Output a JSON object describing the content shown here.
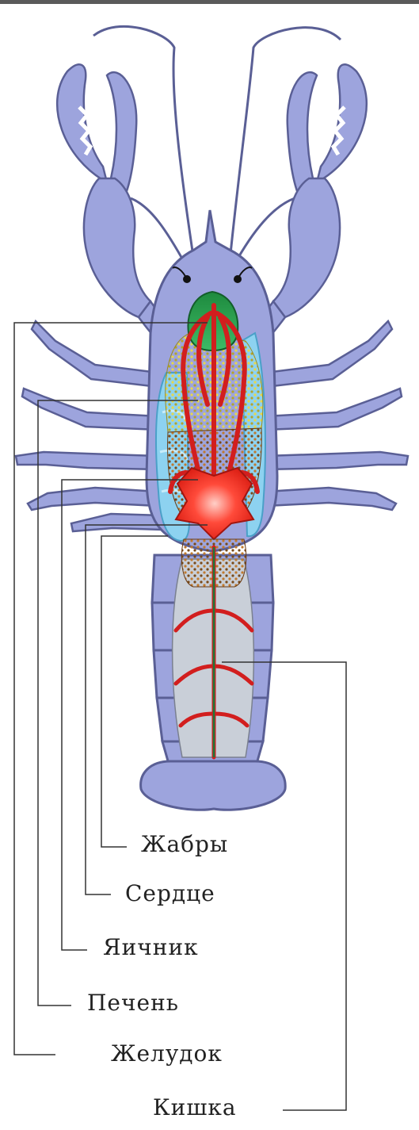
{
  "labels": {
    "gills": "Жабры",
    "heart": "Сердце",
    "ovary": "Яичник",
    "liver": "Печень",
    "stomach": "Желудок",
    "intestine": "Кишка"
  },
  "colors": {
    "body": "#9da4dd",
    "outline": "#5a5f95",
    "stomach": "#27a150",
    "liver": "#d9c83a",
    "ovary": "#a0642a",
    "gills": "#8dd2f0",
    "heart": "#ff3b30",
    "vessels": "#d21e1e",
    "intestine": "#1f7a3a",
    "abdomen_inner": "#c9cfd8"
  }
}
